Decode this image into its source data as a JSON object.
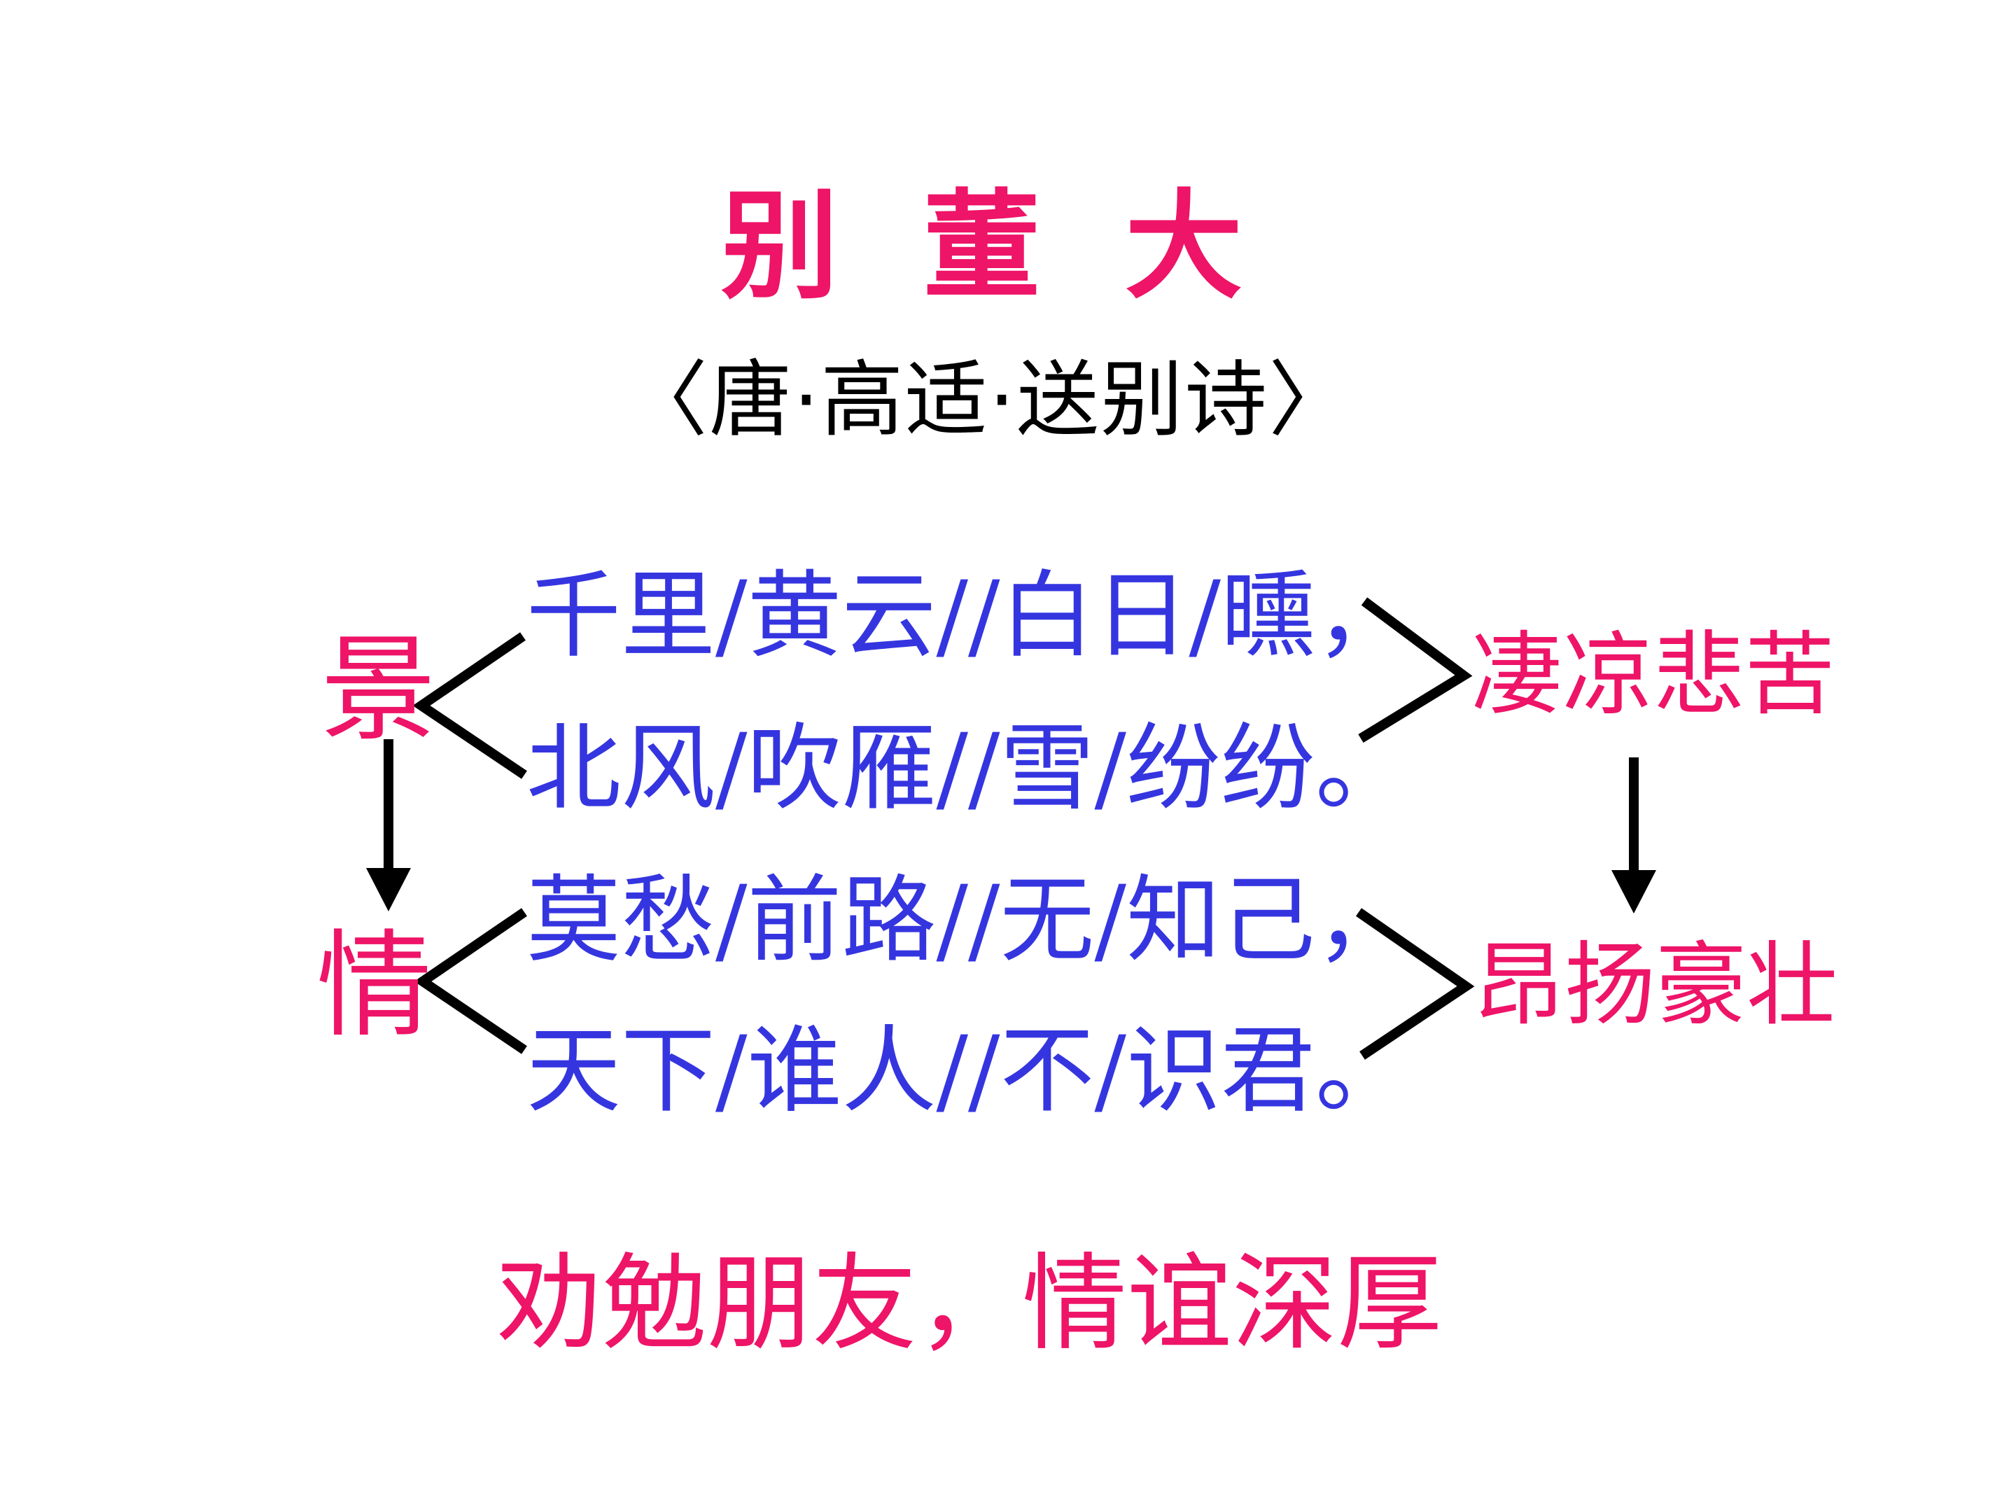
{
  "slide": {
    "title": "别 董 大",
    "subtitle": "〈唐·高适·送别诗〉",
    "structure": {
      "scene_label": "景",
      "emotion_label": "情",
      "scene_mood": "凄凉悲苦",
      "emotion_mood": "昂扬豪壮"
    },
    "poem_lines": [
      "千里/黄云//白日/曛，",
      "北风/吹雁//雪/纷纷。",
      "莫愁/前路//无/知己，",
      "天下/谁人//不/识君。"
    ],
    "footer": "劝勉朋友，情谊深厚",
    "colors": {
      "pink": "#EE1467",
      "blue": "#3535E0",
      "black": "#000000",
      "background": "#FFFFFF"
    }
  }
}
